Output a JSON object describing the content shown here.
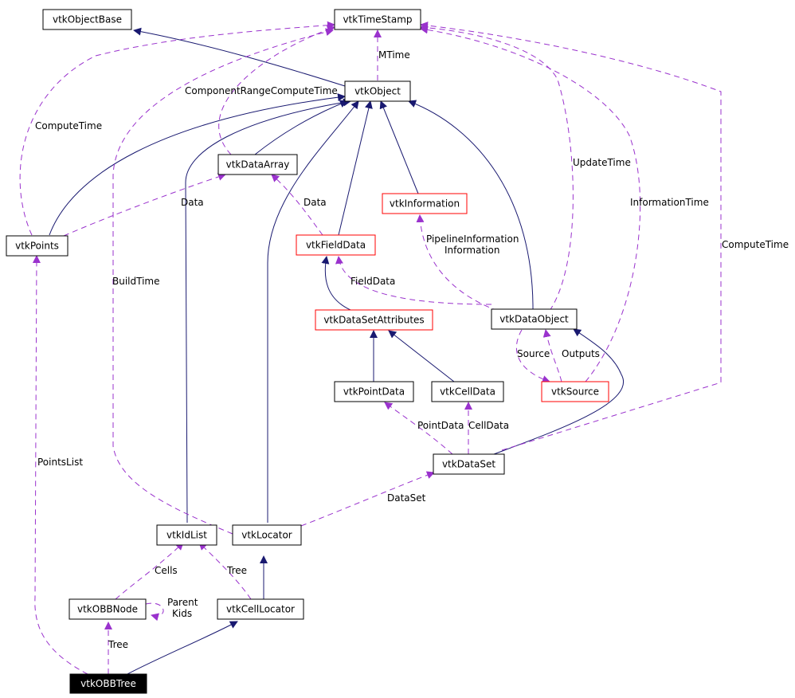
{
  "colors": {
    "inheritance": "#191970",
    "member": "#9a32cd",
    "unfinished": "#ff0000"
  },
  "nodes": [
    {
      "id": "vtkObjectBase",
      "label": "vtkObjectBase"
    },
    {
      "id": "vtkTimeStamp",
      "label": "vtkTimeStamp"
    },
    {
      "id": "vtkObject",
      "label": "vtkObject"
    },
    {
      "id": "vtkDataArray",
      "label": "vtkDataArray"
    },
    {
      "id": "vtkInformation",
      "label": "vtkInformation"
    },
    {
      "id": "vtkPoints",
      "label": "vtkPoints"
    },
    {
      "id": "vtkFieldData",
      "label": "vtkFieldData"
    },
    {
      "id": "vtkDataSetAttributes",
      "label": "vtkDataSetAttributes"
    },
    {
      "id": "vtkDataObject",
      "label": "vtkDataObject"
    },
    {
      "id": "vtkPointData",
      "label": "vtkPointData"
    },
    {
      "id": "vtkCellData",
      "label": "vtkCellData"
    },
    {
      "id": "vtkSource",
      "label": "vtkSource"
    },
    {
      "id": "vtkDataSet",
      "label": "vtkDataSet"
    },
    {
      "id": "vtkIdList",
      "label": "vtkIdList"
    },
    {
      "id": "vtkLocator",
      "label": "vtkLocator"
    },
    {
      "id": "vtkOBBNode",
      "label": "vtkOBBNode"
    },
    {
      "id": "vtkCellLocator",
      "label": "vtkCellLocator"
    },
    {
      "id": "vtkOBBTree",
      "label": "vtkOBBTree"
    }
  ],
  "edge_labels": {
    "mtime": "MTime",
    "component_range": "ComponentRangeComputeTime",
    "points_compute_time": "ComputeTime",
    "update_time": "UpdateTime",
    "information_time": "InformationTime",
    "dataset_compute_time": "ComputeTime",
    "points_data": "Data",
    "fielddata_data": "Data",
    "pipeline_information": "PipelineInformation",
    "information": "Information",
    "build_time": "BuildTime",
    "field_data": "FieldData",
    "source": "Source",
    "outputs": "Outputs",
    "point_data": "PointData",
    "cell_data": "CellData",
    "points_list": "PointsList",
    "dataset": "DataSet",
    "cells": "Cells",
    "locator_tree": "Tree",
    "parent": "Parent",
    "kids": "Kids",
    "obb_tree": "Tree"
  }
}
